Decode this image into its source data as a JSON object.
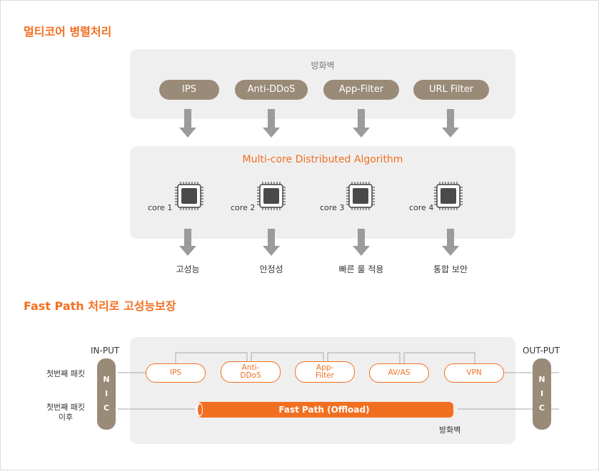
{
  "section1": {
    "title": "멀티코어 병렬처리",
    "firewall_caption": "방화벽",
    "modules": [
      "IPS",
      "Anti-DDoS",
      "App-Filter",
      "URL Filter"
    ],
    "algorithm_title": "Multi-core Distributed Algorithm",
    "cores": [
      "core 1",
      "core 2",
      "core 3",
      "core 4"
    ],
    "results": [
      "고성능",
      "안정성",
      "빠른 룰 적용",
      "통합 보안"
    ]
  },
  "section2": {
    "title": "Fast Path 처리로 고성능보장",
    "input_label": "IN-PUT",
    "output_label": "OUT-PUT",
    "first_packet": "첫번째 패킷",
    "after_first_line1": "첫번째 패킷",
    "after_first_line2": "이후",
    "nic_letters": [
      "N",
      "I",
      "C"
    ],
    "modules": [
      {
        "line1": "IPS",
        "line2": ""
      },
      {
        "line1": "Anti-",
        "line2": "DDoS"
      },
      {
        "line1": "App-",
        "line2": "Filter"
      },
      {
        "line1": "AV/AS",
        "line2": ""
      },
      {
        "line1": "VPN",
        "line2": ""
      }
    ],
    "fast_path_label": "Fast Path (Offload)",
    "firewall_caption": "방화벽"
  },
  "colors": {
    "accent": "#f26f21",
    "pill": "#9a8a78",
    "panel": "#efefef",
    "arrow": "#9b9b9b"
  }
}
